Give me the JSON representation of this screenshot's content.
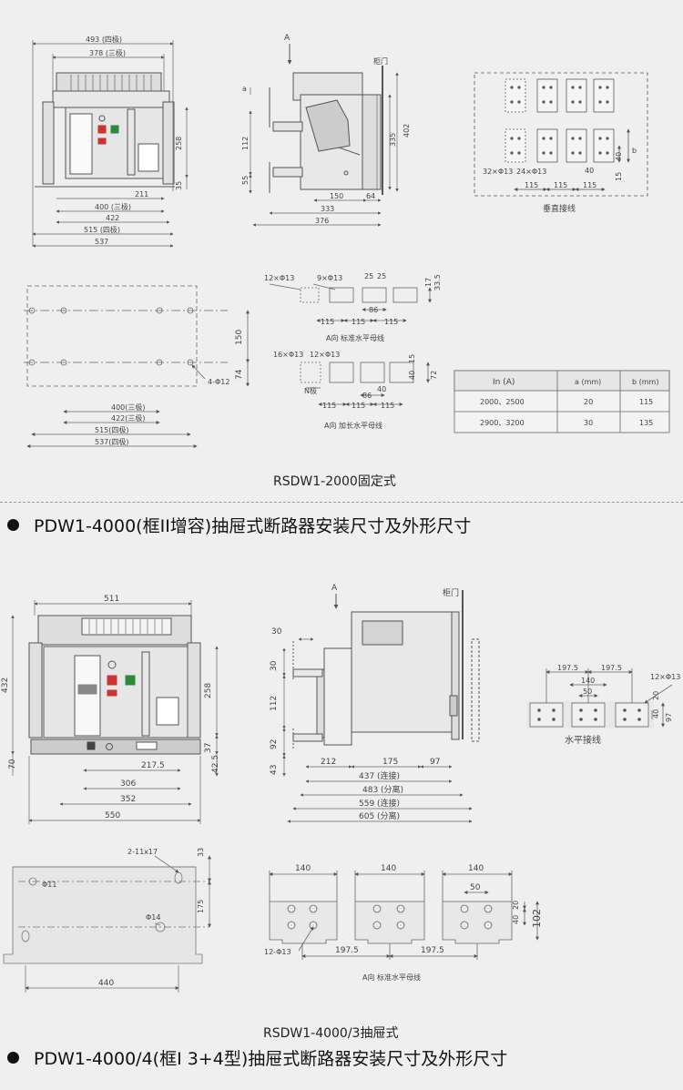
{
  "caption1": "RSDW1-2000固定式",
  "heading1": "PDW1-4000(框II增容)抽屉式断路器安装尺寸及外形尺寸",
  "caption2": "RSDW1-4000/3抽屉式",
  "heading2": "PDW1-4000/4(框I 3+4型)抽屉式断路器安装尺寸及外形尺寸",
  "top": {
    "front_dims": {
      "d493": "493 (四极)",
      "d378": "378 (三极)",
      "d258": "258",
      "d35": "35",
      "d211": "211",
      "d400": "400 (三极)",
      "d422": "422",
      "d515": "515 (四极)",
      "d537": "537"
    },
    "side_dims": {
      "arrow": "A",
      "door": "柜门",
      "a": "a",
      "d112": "112",
      "d55": "55",
      "d402": "402",
      "d335": "335",
      "d150": "150",
      "d64": "64",
      "d333": "333",
      "d376": "376"
    },
    "vertical": {
      "label": "垂直接线",
      "hole1": "32×Φ13",
      "hole2": "24×Φ13",
      "d40a": "40",
      "d40b": "40",
      "b": "b",
      "d15": "15",
      "d115a": "115",
      "d115b": "115",
      "d115c": "115"
    },
    "base": {
      "d150": "150",
      "d74": "74",
      "hole": "4-Φ12",
      "d400": "400(三极)",
      "d422": "422(三极)",
      "d515": "515(四极)",
      "d537": "537(四极)"
    },
    "busbar1": {
      "hole1": "12×Φ13",
      "hole2": "9×Φ13",
      "d25a": "25",
      "d25b": "25",
      "d17": "17",
      "d33": "33.5",
      "d86": "86",
      "d115a": "115",
      "d115b": "115",
      "d115c": "115",
      "label": "A向 标准水平母线"
    },
    "busbar2": {
      "hole1": "16×Φ13",
      "hole2": "12×Φ13",
      "d15": "15",
      "d40": "40",
      "d72": "72",
      "npole": "N极",
      "d40b": "40",
      "d86": "86",
      "d115a": "115",
      "d115b": "115",
      "d115c": "115",
      "label": "A向 加长水平母线"
    },
    "table": {
      "headers": [
        "In (A)",
        "a (mm)",
        "b (mm)"
      ],
      "rows": [
        [
          "2000、2500",
          "20",
          "115"
        ],
        [
          "2900、3200",
          "30",
          "135"
        ]
      ]
    }
  },
  "bottom": {
    "front_dims": {
      "d511": "511",
      "d432": "432",
      "d258": "258",
      "d37": "37",
      "d70": "70",
      "d425": "42.5",
      "d2175": "217.5",
      "d306": "306",
      "d352": "352",
      "d550": "550"
    },
    "side_dims": {
      "arrow": "A",
      "door": "柜门",
      "d30a": "30",
      "d30b": "30",
      "d112": "112",
      "d92": "92",
      "d43": "43",
      "d212": "212",
      "d175": "175",
      "d97": "97",
      "d437": "437 (连接)",
      "d483": "483 (分离)",
      "d559": "559 (连接)",
      "d605": "605 (分离)"
    },
    "horizontal": {
      "label": "水平接线",
      "d1975a": "197.5",
      "d1975b": "197.5",
      "d140": "140",
      "d50": "50",
      "hole": "12×Φ13",
      "d20": "20",
      "d40": "40",
      "d97": "97"
    },
    "base": {
      "slot": "2-11x17",
      "d33": "33",
      "hole11": "Φ11",
      "d175": "175",
      "hole14": "Φ14",
      "d440": "440"
    },
    "busbar": {
      "d140a": "140",
      "d140b": "140",
      "d140c": "140",
      "d50": "50",
      "d20": "20",
      "d40": "40",
      "d102": "102",
      "hole": "12-Φ13",
      "d1975a": "197.5",
      "d1975b": "197.5",
      "label": "A向 标准水平母线"
    }
  }
}
